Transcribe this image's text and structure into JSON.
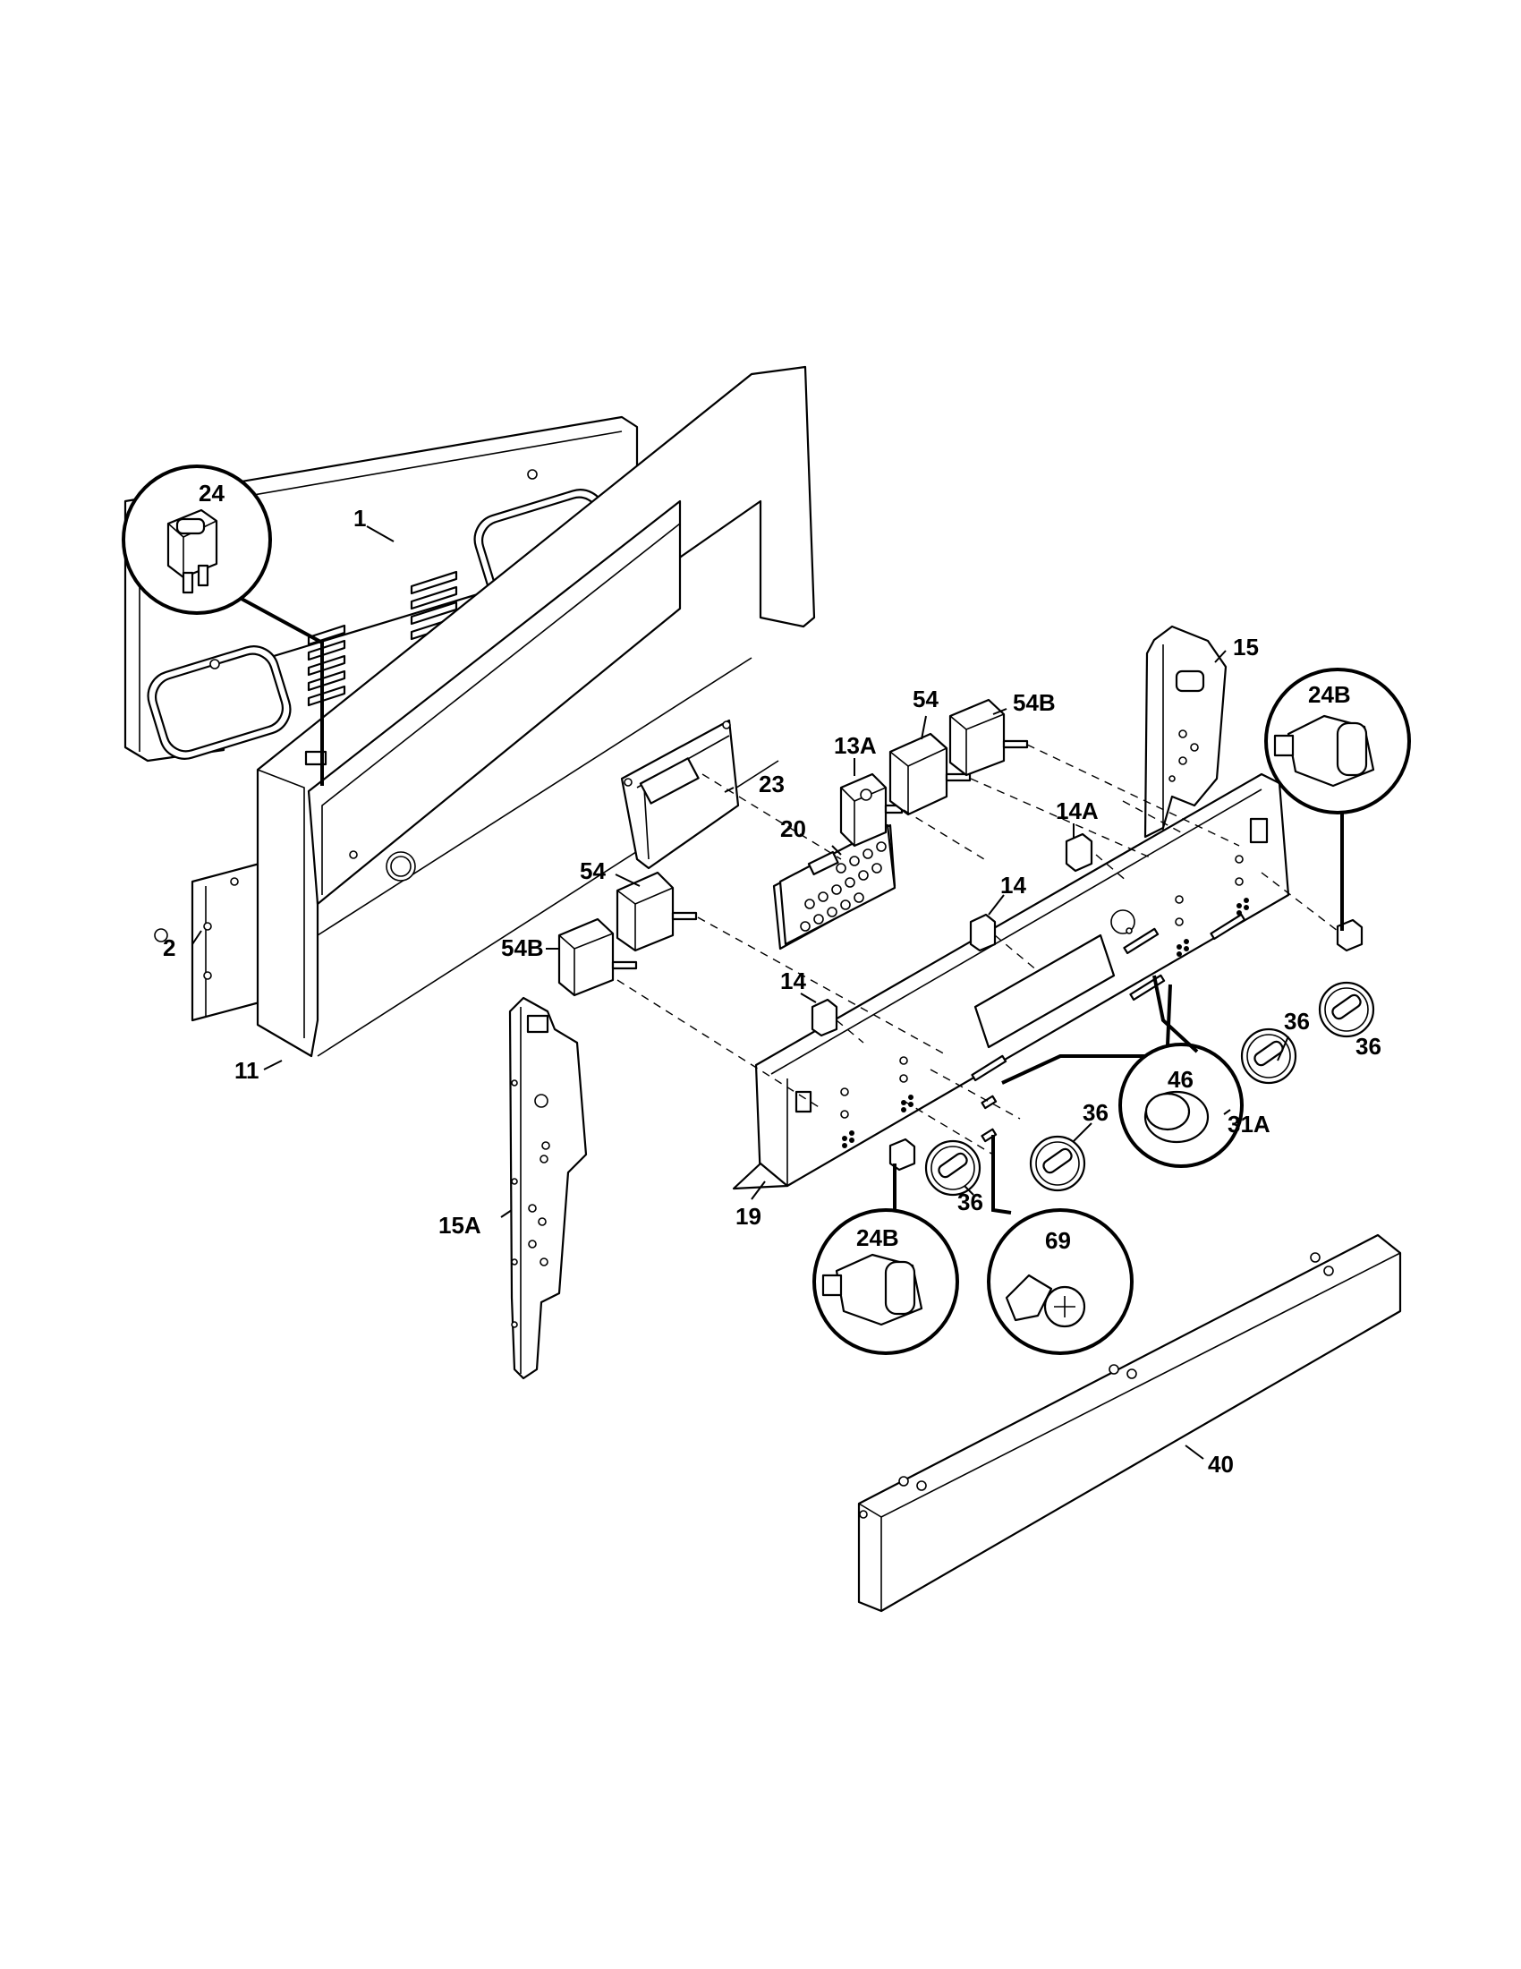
{
  "diagram": {
    "callouts": {
      "c1": "1",
      "c2": "2",
      "c11": "11",
      "c13A": "13A",
      "c14_upper": "14",
      "c14_lower": "14",
      "c14A": "14A",
      "c15": "15",
      "c15A": "15A",
      "c19": "19",
      "c20": "20",
      "c23": "23",
      "c24": "24",
      "c24B_right": "24B",
      "c24B_bottom": "24B",
      "c31A": "31A",
      "c36_a": "36",
      "c36_b": "36",
      "c36_c": "36",
      "c36_d": "36",
      "c40": "40",
      "c46": "46",
      "c54_upper": "54",
      "c54_lower": "54",
      "c54B_upper": "54B",
      "c54B_lower": "54B",
      "c69": "69"
    }
  }
}
